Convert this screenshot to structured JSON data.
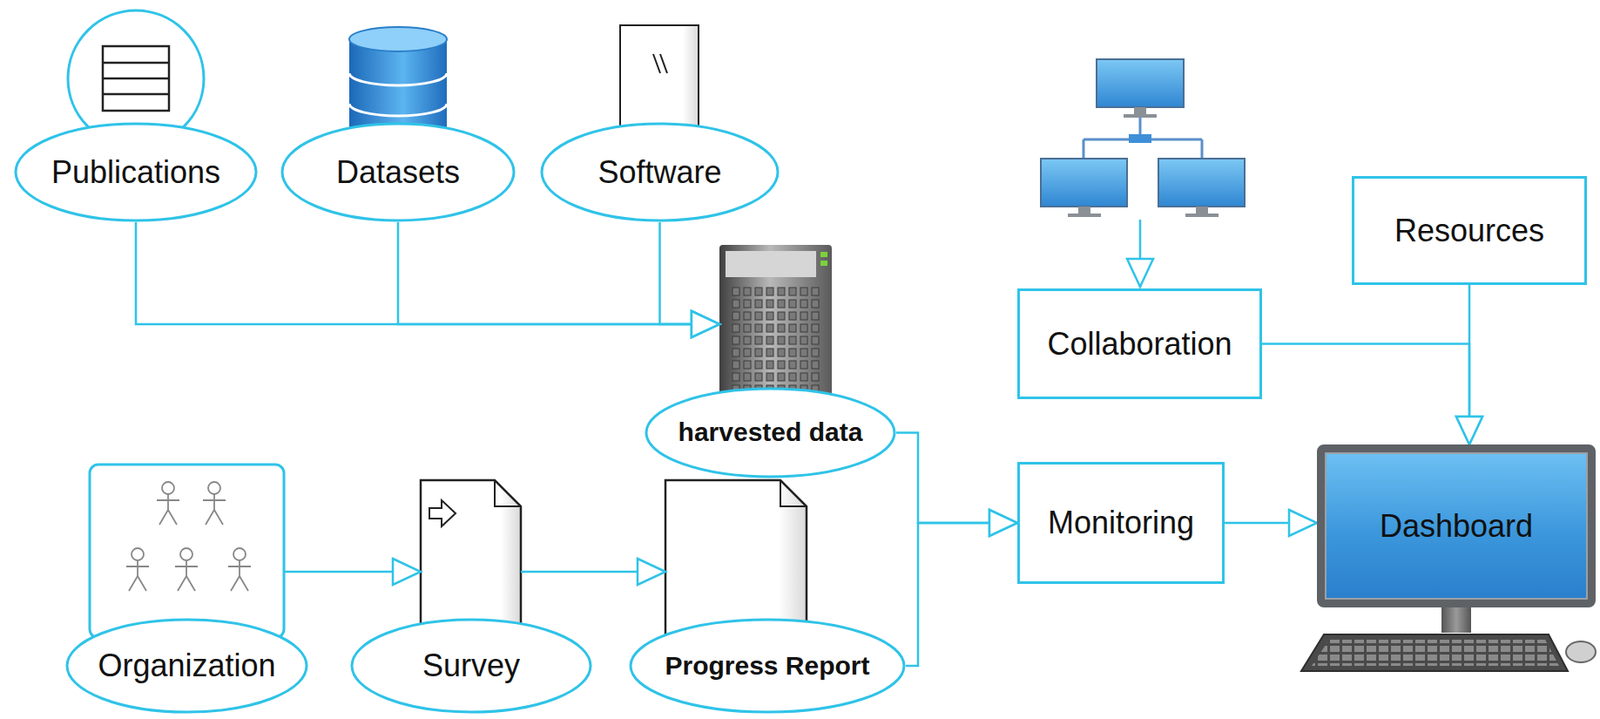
{
  "diagram": {
    "nodes": [
      {
        "text": [
          "Publications"
        ]
      },
      {
        "text": [
          "Datasets"
        ]
      },
      {
        "text": [
          "Software"
        ]
      },
      {
        "text": [
          "harvested data"
        ]
      },
      {
        "text": [
          "Resources"
        ]
      },
      {
        "text": [
          "Collaboration"
        ]
      },
      {
        "text": [
          "Organization"
        ]
      },
      {
        "text": [
          "Survey"
        ]
      },
      {
        "text": [
          "Progress Report"
        ]
      },
      {
        "text": [
          "Monitoring"
        ]
      },
      {
        "text": [
          "Dashboard"
        ]
      }
    ],
    "edges": [
      {
        "from": 0,
        "to": 3,
        "arrow": "to"
      },
      {
        "from": 1,
        "to": 3,
        "arrow": "to"
      },
      {
        "from": 2,
        "to": 3,
        "arrow": "to"
      },
      {
        "from": 5,
        "to": 10,
        "arrow": "to"
      },
      {
        "from": 4,
        "to": 10,
        "arrow": "to"
      },
      {
        "from": 6,
        "to": 7,
        "arrow": "to"
      },
      {
        "from": 7,
        "to": 8,
        "arrow": "to"
      },
      {
        "from": 3,
        "to": 9,
        "arrow": "to"
      },
      {
        "from": 8,
        "to": 9,
        "arrow": "to"
      },
      {
        "from": 9,
        "to": 10,
        "arrow": "to"
      }
    ]
  }
}
